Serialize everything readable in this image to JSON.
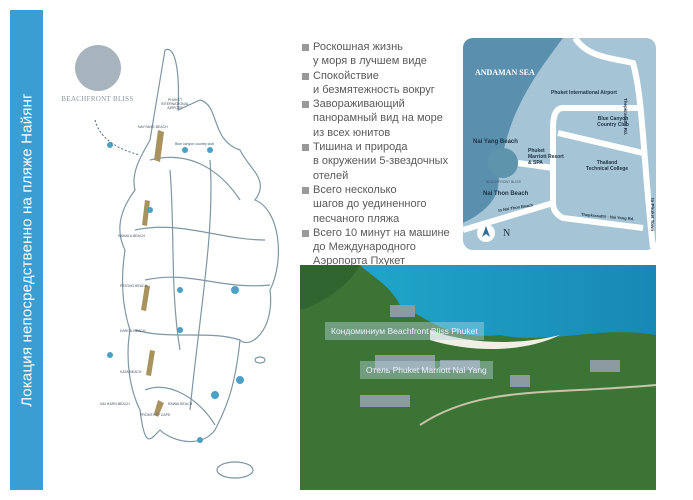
{
  "side_title": "Локация непосредственно на пляже Найянг",
  "logo_text": "BEACHFRONT BLISS",
  "island_map": {
    "labels": [
      "NAYYANG BEACH",
      "PHUKET INTERNATIONAL AIRPORT",
      "Blue canyon country club",
      "KAMALA BEACH",
      "PATONG BEACH",
      "KARON BEACH",
      "KATA BEACH",
      "NAI HARN BEACH",
      "PROMTHEP CAPE",
      "RAWAI BEACH"
    ]
  },
  "bullets": [
    [
      "Роскошная жизнь",
      "у моря в лучшем виде"
    ],
    [
      "Спокойствие",
      "и безмятежность вокруг"
    ],
    [
      "Завораживающий",
      "панорамный вид на море",
      "из всех юнитов"
    ],
    [
      "Тишина и природа",
      "в окружении 5-звездочных",
      "отелей"
    ],
    [
      "Всего несколько",
      "шагов до уединенного",
      "песчаного пляжа"
    ],
    [
      "Всего 10 минут на машине",
      "до Международного",
      "Аэропорта Пхукет"
    ]
  ],
  "local_map": {
    "sea": "ANDAMAN SEA",
    "airport": "Phuket International Airport",
    "golf": "Blue Canyon Country Club",
    "nai_yang": "Nai Yang Beach",
    "marriott": "Phuket Marriott Resort & SPA",
    "college": "Thailand Technical College",
    "logo": "BEACHFRONT BLISS",
    "nai_thon": "Nai Thon Beach",
    "to_nai_thon": "to Nai Thon Beach",
    "road1": "Thepkrasattri Rd.",
    "road2": "Thepkrasattri - Nai Yang Rd.",
    "to_town": "to Phuket Town",
    "north": "N"
  },
  "photo": {
    "caption1": "Кондоминиум Beachfront Bliss Phuket",
    "caption2": "Отель Phuket Marriott Nai Yang"
  },
  "colors": {
    "band": "#3b9ed2",
    "map_sea": "#5b8fae",
    "map_land": "#a5c5d6"
  }
}
